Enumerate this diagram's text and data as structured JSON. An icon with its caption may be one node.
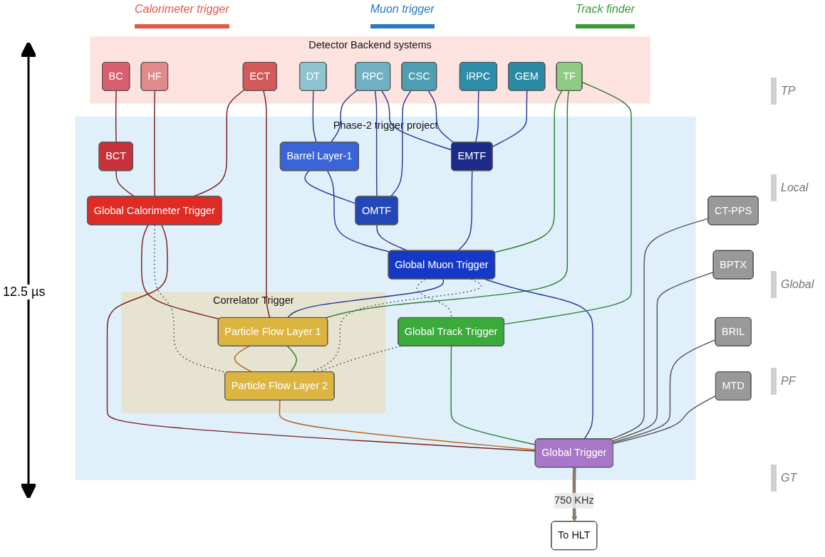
{
  "diagram": {
    "nodes": [
      {
        "text": [
          "Detector Backend systems"
        ]
      },
      {
        "text": [
          "BC"
        ],
        "in": 0
      },
      {
        "text": [
          "HF"
        ],
        "in": 0
      },
      {
        "text": [
          "ECT"
        ],
        "in": 0
      },
      {
        "text": [
          "DT"
        ],
        "in": 0
      },
      {
        "text": [
          "RPC"
        ],
        "in": 0
      },
      {
        "text": [
          "CSC"
        ],
        "in": 0
      },
      {
        "text": [
          "iRPC"
        ],
        "in": 0
      },
      {
        "text": [
          "GEM"
        ],
        "in": 0
      },
      {
        "text": [
          "TF"
        ],
        "in": 0
      },
      {
        "text": [
          "Phase-2 trigger project"
        ]
      },
      {
        "text": [
          "BCT"
        ],
        "in": 10
      },
      {
        "text": [
          "Global Calorimeter Trigger"
        ],
        "in": 10
      },
      {
        "text": [
          "Barrel Layer-1"
        ],
        "in": 10
      },
      {
        "text": [
          "OMTF"
        ],
        "in": 10
      },
      {
        "text": [
          "EMTF"
        ],
        "in": 10
      },
      {
        "text": [
          "Global Muon Trigger"
        ],
        "in": 10
      },
      {
        "text": [
          "Global Track Trigger"
        ],
        "in": 10
      },
      {
        "text": [
          "Correlator Trigger"
        ],
        "in": 10
      },
      {
        "text": [
          "Particle Flow Layer 1"
        ],
        "in": 18
      },
      {
        "text": [
          "Particle Flow Layer 2"
        ],
        "in": 18
      },
      {
        "text": [
          "Global Trigger"
        ],
        "in": 10
      },
      {
        "text": [
          "CT-PPS"
        ]
      },
      {
        "text": [
          "BPTX"
        ]
      },
      {
        "text": [
          "BRIL"
        ]
      },
      {
        "text": [
          "MTD"
        ]
      },
      {
        "text": [
          "To HLT"
        ]
      }
    ],
    "edges": [
      {
        "from": 1,
        "to": 11,
        "arrow": "none",
        "color": "#7a1f1f"
      },
      {
        "from": 11,
        "to": 12,
        "arrow": "none",
        "color": "#7a1f1f"
      },
      {
        "from": 2,
        "to": 12,
        "arrow": "none",
        "color": "#7a1f1f"
      },
      {
        "from": 3,
        "to": 12,
        "arrow": "none",
        "color": "#7a1f1f"
      },
      {
        "from": 3,
        "to": 19,
        "arrow": "none",
        "color": "#7a1f1f"
      },
      {
        "from": 4,
        "to": 13,
        "arrow": "none"
      },
      {
        "from": 5,
        "to": 13,
        "arrow": "none"
      },
      {
        "from": 5,
        "to": 14,
        "arrow": "none"
      },
      {
        "from": 5,
        "to": 15,
        "arrow": "none"
      },
      {
        "from": 6,
        "to": 14,
        "arrow": "none"
      },
      {
        "from": 6,
        "to": 15,
        "arrow": "none"
      },
      {
        "from": 7,
        "to": 15,
        "arrow": "none"
      },
      {
        "from": 8,
        "to": 15,
        "arrow": "none"
      },
      {
        "from": 13,
        "to": 14,
        "arrow": "none"
      },
      {
        "from": 9,
        "to": 16,
        "arrow": "none",
        "color": "#2e7d32"
      },
      {
        "from": 9,
        "to": 19,
        "arrow": "none",
        "color": "#2e7d32"
      },
      {
        "from": 9,
        "to": 17,
        "arrow": "none",
        "color": "#2e7d32"
      },
      {
        "from": 13,
        "to": 16,
        "arrow": "none"
      },
      {
        "from": 14,
        "to": 16,
        "arrow": "none"
      },
      {
        "from": 15,
        "to": 16,
        "arrow": "none"
      },
      {
        "from": 16,
        "to": 17,
        "arrow": "none",
        "style": "dashed",
        "color": "#555555"
      },
      {
        "from": 12,
        "to": 19,
        "arrow": "none",
        "color": "#7a1f1f"
      },
      {
        "from": 12,
        "to": 20,
        "arrow": "none",
        "style": "dashed",
        "color": "#555555"
      },
      {
        "from": 12,
        "to": 21,
        "arrow": "none",
        "color": "#7a1f1f"
      },
      {
        "from": 16,
        "to": 19,
        "arrow": "none"
      },
      {
        "from": 16,
        "to": 20,
        "arrow": "none",
        "style": "dashed",
        "color": "#555555"
      },
      {
        "from": 16,
        "to": 21,
        "arrow": "none"
      },
      {
        "from": 17,
        "to": 20,
        "arrow": "none",
        "style": "dashed",
        "color": "#555555"
      },
      {
        "from": 17,
        "to": 21,
        "arrow": "none",
        "color": "#2e7d32"
      },
      {
        "from": 19,
        "to": 20,
        "arrow": "none",
        "color": "#b8651a"
      },
      {
        "from": 19,
        "to": 20,
        "arrow": "none",
        "color": "#2e7d32"
      },
      {
        "from": 20,
        "to": 21,
        "arrow": "none",
        "color": "#b8651a"
      },
      {
        "from": 22,
        "to": 21,
        "arrow": "none",
        "color": "#555555"
      },
      {
        "from": 23,
        "to": 21,
        "arrow": "none",
        "color": "#555555"
      },
      {
        "from": 24,
        "to": 21,
        "arrow": "none",
        "color": "#555555"
      },
      {
        "from": 25,
        "to": 21,
        "arrow": "none",
        "color": "#555555"
      },
      {
        "from": 21,
        "to": 26,
        "arrow": "to",
        "label": "750 KHz",
        "style": "thick",
        "color": "#8a7a6a"
      }
    ],
    "labels": [
      "Calorimeter trigger",
      "Muon trigger",
      "Track finder",
      "TP",
      "Local",
      "Global",
      "12.5 µs",
      "PF",
      "GT"
    ]
  }
}
